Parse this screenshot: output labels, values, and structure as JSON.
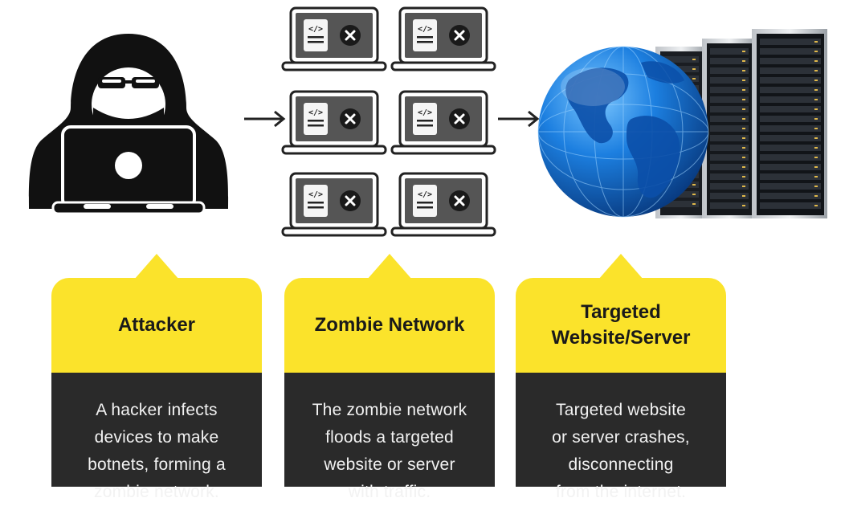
{
  "cards": [
    {
      "title": "Attacker",
      "description": "A hacker infects\ndevices to make\nbotnets, forming a\nzombie network."
    },
    {
      "title": "Zombie Network",
      "description": "The zombie network\nfloods a targeted\nwebsite or server\nwith traffic."
    },
    {
      "title": "Targeted\nWebsite/Server",
      "description": "Targeted website\nor server crashes,\ndisconnecting\nfrom the internet."
    }
  ],
  "colors": {
    "card_header": "#fbe32b",
    "card_body": "#2a2a2a",
    "card_text": "#f2f2f2",
    "icon_dark": "#111111",
    "globe_blue": "#1c7fe0"
  },
  "icons": {
    "attacker": "hooded-hacker-icon",
    "zombie_device": "infected-laptop-icon",
    "arrow": "arrow-right-icon",
    "target": "globe-server-icon"
  }
}
